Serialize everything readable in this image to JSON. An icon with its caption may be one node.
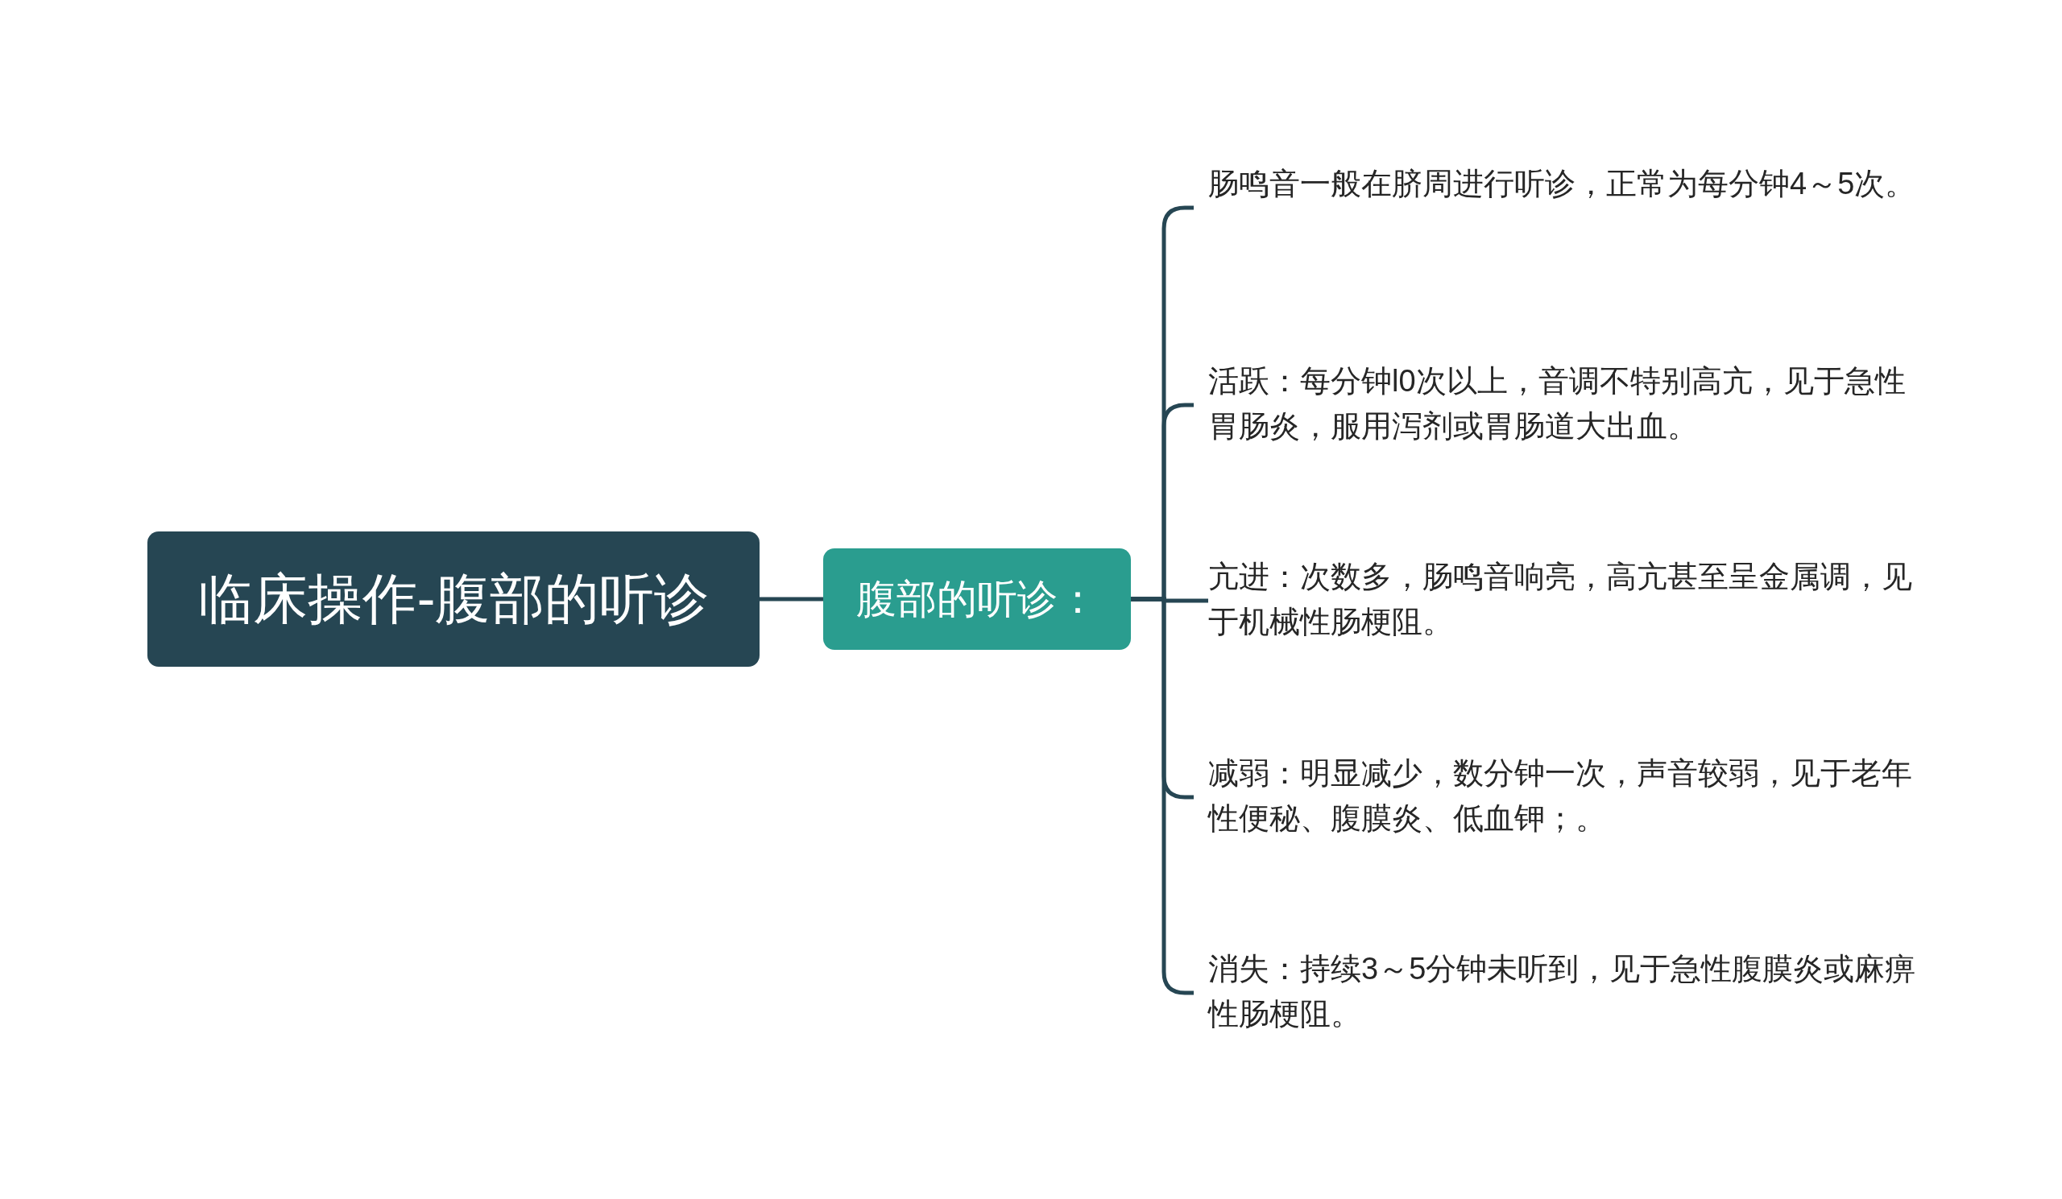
{
  "diagram": {
    "nodes": [
      {
        "text": [
          "临床操作-腹部的听诊"
        ]
      },
      {
        "text": [
          "腹部的听诊："
        ]
      },
      {
        "text": [
          "肠鸣音一般在脐周进行听诊，正常为每分钟4～5次。"
        ]
      },
      {
        "text": [
          "活跃：每分钟l0次以上，音调不特别高亢，见于急性胃肠炎，服用泻剂或胃肠道大出血。"
        ]
      },
      {
        "text": [
          "亢进：次数多，肠鸣音响亮，高亢甚至呈金属调，见于机械性肠梗阻。"
        ]
      },
      {
        "text": [
          "减弱：明显减少，数分钟一次，声音较弱，见于老年性便秘、腹膜炎、低血钾；。"
        ]
      },
      {
        "text": [
          "消失：持续3～5分钟未听到，见于急性腹膜炎或麻痹性肠梗阻。"
        ]
      }
    ],
    "edges": [
      {
        "from": 0,
        "to": 1,
        "arrow": "none"
      },
      {
        "from": 1,
        "to": 2,
        "arrow": "none"
      },
      {
        "from": 1,
        "to": 3,
        "arrow": "none"
      },
      {
        "from": 1,
        "to": 4,
        "arrow": "none"
      },
      {
        "from": 1,
        "to": 5,
        "arrow": "none"
      },
      {
        "from": 1,
        "to": 6,
        "arrow": "none"
      }
    ]
  }
}
